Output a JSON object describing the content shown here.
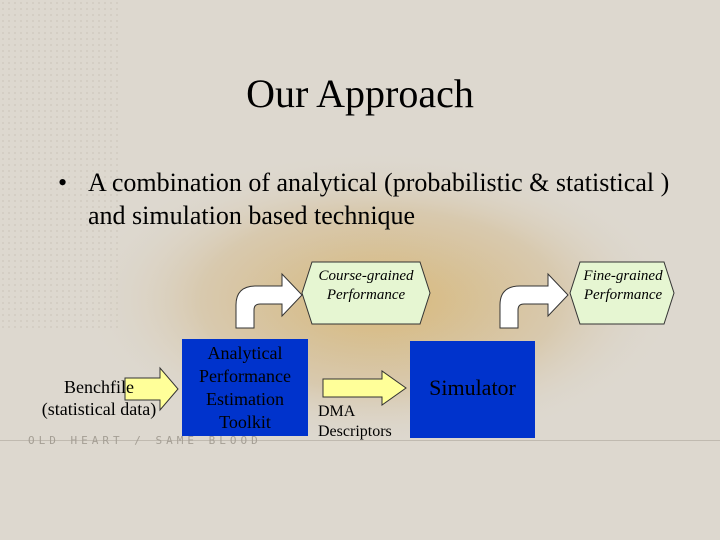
{
  "slide": {
    "title": "Our Approach",
    "bullet": "A combination of analytical (probabilistic & statistical ) and simulation based technique",
    "bullet_marker": "•",
    "background_caption": "OLD HEART / SAME BLOOD"
  },
  "diagram": {
    "input_label_line1": "Benchfile",
    "input_label_line2": "(statistical data)",
    "toolkit_lines": [
      "Analytical",
      "Performance",
      "Estimation",
      "Toolkit"
    ],
    "simulator_label": "Simulator",
    "dma_label_line1": "DMA",
    "dma_label_line2": "Descriptors",
    "coarse_line1": "Course-grained",
    "coarse_line2": "Performance",
    "fine_line1": "Fine-grained",
    "fine_line2": "Performance",
    "colors": {
      "box_blue": "#0033cc",
      "hexagon_green": "#e6f6d2",
      "arrow_fill": "#ffff99"
    }
  }
}
